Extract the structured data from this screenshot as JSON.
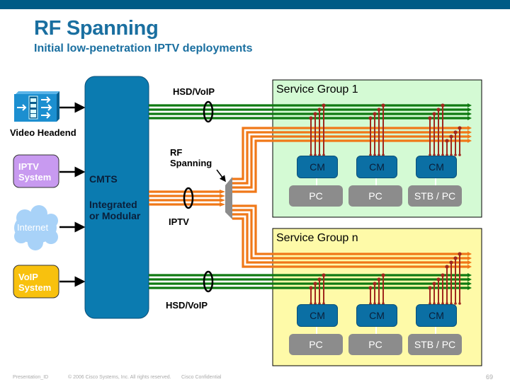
{
  "header": {
    "title": "RF Spanning",
    "subtitle": "Initial low-penetration IPTV deployments"
  },
  "sources": {
    "video_headend": "Video Headend",
    "iptv_system": "IPTV System",
    "internet": "Internet",
    "voip_system": "VoIP System"
  },
  "cmts": {
    "label": "CMTS",
    "type_label": "Integrated or Modular"
  },
  "links": {
    "hsd_voip_top": "HSD/VoIP",
    "rf_spanning": "RF Spanning",
    "iptv": "IPTV",
    "hsd_voip_bottom": "HSD/VoIP"
  },
  "service_groups": [
    {
      "title": "Service Group 1",
      "devices": [
        {
          "modem": "CM",
          "client": "PC"
        },
        {
          "modem": "CM",
          "client": "PC"
        },
        {
          "modem": "CM",
          "client": "STB / PC"
        }
      ]
    },
    {
      "title": "Service Group n",
      "devices": [
        {
          "modem": "CM",
          "client": "PC"
        },
        {
          "modem": "CM",
          "client": "PC"
        },
        {
          "modem": "CM",
          "client": "STB / PC"
        }
      ]
    }
  ],
  "colors": {
    "brand_blue": "#005b86",
    "cmts_blue": "#0b7bb0",
    "hsd_green": "#0f7a12",
    "iptv_orange": "#f07818",
    "sg1_bg": "#d4fad4",
    "sgn_bg": "#fefaa8"
  },
  "footer": {
    "presentation_id": "Presentation_ID",
    "copyright": "© 2006 Cisco Systems, Inc. All rights reserved.",
    "confidential": "Cisco Confidential",
    "page_number": "69"
  }
}
